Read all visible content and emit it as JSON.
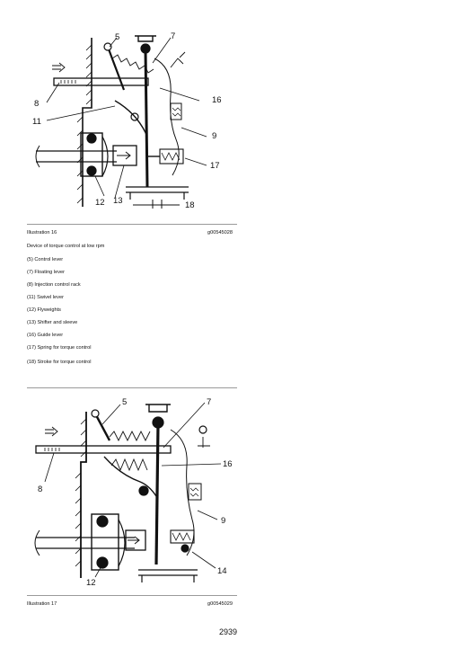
{
  "figure1": {
    "callouts": {
      "c5": "5",
      "c7": "7",
      "c8": "8",
      "c11": "11",
      "c16": "16",
      "c9": "9",
      "c17": "17",
      "c12": "12",
      "c13": "13",
      "c18": "18"
    },
    "caption_label": "Illustration 16",
    "caption_code": "g00545028",
    "description": "Device of torque control at low rpm",
    "legend": [
      "(5) Control lever",
      "(7) Floating lever",
      "(8) Injection control rack",
      "(11) Swivel lever",
      "(12) Flyweights",
      "(13) Shifter and sleeve",
      "(16) Guide lever",
      "(17) Spring for torque control",
      "(18) Stroke for torque control"
    ]
  },
  "figure2": {
    "callouts": {
      "c5": "5",
      "c7": "7",
      "c8": "8",
      "c16": "16",
      "c9": "9",
      "c12": "12",
      "c14": "14"
    },
    "caption_label": "Illustration 17",
    "caption_code": "g00545029"
  },
  "page_number": "2939"
}
